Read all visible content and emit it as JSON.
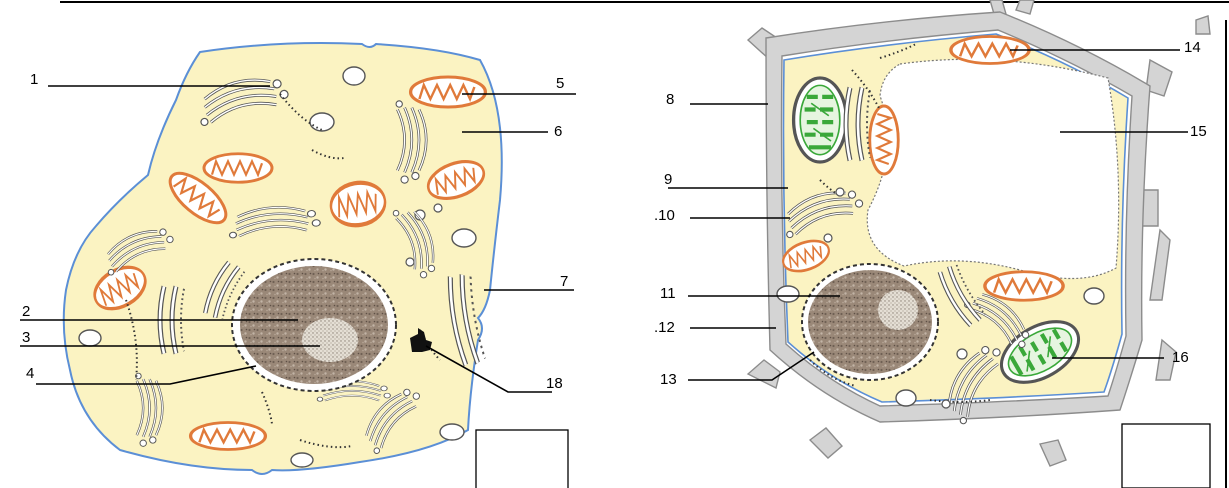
{
  "diagram": {
    "animal_cell": {
      "labels": [
        {
          "id": "label-1",
          "text": "1"
        },
        {
          "id": "label-2",
          "text": "2"
        },
        {
          "id": "label-3",
          "text": "3"
        },
        {
          "id": "label-4",
          "text": "4"
        },
        {
          "id": "label-5",
          "text": "5"
        },
        {
          "id": "label-6",
          "text": "6"
        },
        {
          "id": "label-7",
          "text": "7"
        },
        {
          "id": "label-18",
          "text": "18"
        }
      ]
    },
    "plant_cell": {
      "labels": [
        {
          "id": "label-8",
          "text": "8"
        },
        {
          "id": "label-9",
          "text": "9"
        },
        {
          "id": "label-10",
          "text": ".10"
        },
        {
          "id": "label-11",
          "text": "11"
        },
        {
          "id": "label-12",
          "text": ".12"
        },
        {
          "id": "label-13",
          "text": "13"
        },
        {
          "id": "label-14",
          "text": "14"
        },
        {
          "id": "label-15",
          "text": "15"
        },
        {
          "id": "label-16",
          "text": "16"
        }
      ]
    },
    "colors": {
      "cytoplasm": "#fbf3c2",
      "animal_membrane": "#5b8fd6",
      "cell_wall": "#d4d4d4",
      "cell_wall_edge": "#8c8c8c",
      "mitochondria": "#e07a3a",
      "chloroplast": "#3aa83a",
      "nucleus": "#9a8878",
      "nucleolus": "#d8d2c8"
    }
  }
}
